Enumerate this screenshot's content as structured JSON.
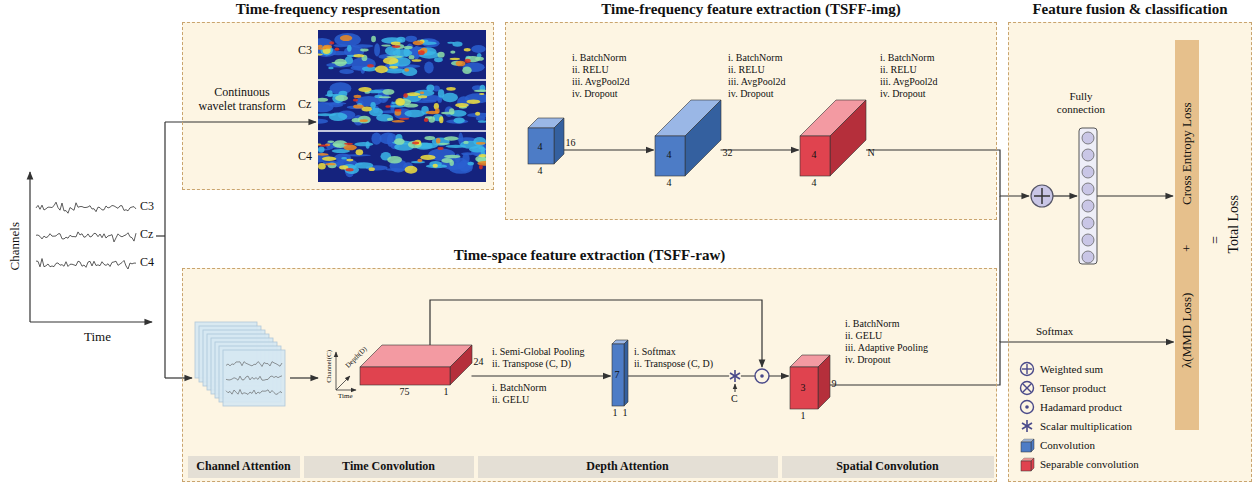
{
  "diagram": {
    "nodes": [
      {
        "text": [
          "Time-frequency respresentation"
        ]
      },
      {
        "text": [
          "Time-frequency feature extraction (TSFF-img)"
        ]
      },
      {
        "text": [
          "Feature fusion & classification"
        ]
      },
      {
        "text": [
          "Time-space feature extraction (TSFF-raw)"
        ]
      },
      {
        "text": [
          "4",
          "4",
          "16"
        ],
        "in": 1
      },
      {
        "text": [
          "4",
          "4",
          "32"
        ],
        "in": 1
      },
      {
        "text": [
          "4",
          "4",
          "N"
        ],
        "in": 1
      },
      {
        "text": [
          "75",
          "1",
          "24"
        ],
        "in": 3
      },
      {
        "text": [
          "7",
          "1",
          "1"
        ],
        "in": 3
      },
      {
        "text": [
          "3",
          "1",
          "9"
        ],
        "in": 3
      },
      {
        "text": [
          "λ(MMD Loss)",
          "+",
          "Cross Entropy Loss"
        ],
        "in": 2
      },
      {
        "text": [
          "Channel Attention"
        ],
        "in": 3
      },
      {
        "text": [
          "Time Convolution"
        ],
        "in": 3
      },
      {
        "text": [
          "Depth Attention"
        ],
        "in": 3
      },
      {
        "text": [
          "Spatial Convolution"
        ],
        "in": 3
      }
    ],
    "edges": [
      {
        "from": 4,
        "to": 5,
        "arrow": "to"
      },
      {
        "from": 5,
        "to": 6,
        "arrow": "to"
      },
      {
        "from": 7,
        "to": 8,
        "arrow": "to"
      },
      {
        "from": 8,
        "to": 9,
        "arrow": "to"
      },
      {
        "from": 9,
        "to": 10,
        "arrow": "to",
        "label": "Softmax"
      }
    ],
    "labels": [
      "Continuous wavelet transform",
      "C3",
      "Cz",
      "C4",
      "C3",
      "Cz",
      "C4",
      "Channels",
      "Time",
      "i. BatchNorm",
      "ii. RELU",
      "iii. AvgPool2d",
      "iv. Dropout",
      "i. BatchNorm",
      "ii. RELU",
      "iii. AvgPool2d",
      "iv. Dropout",
      "i. BatchNorm",
      "ii. RELU",
      "iii. AvgPool2d",
      "iv. Dropout",
      "Fully connection",
      "=",
      "Total Loss",
      "Channel(C)",
      "Depth(D)",
      "Time",
      "i. Semi-Global Pooling",
      "ii. Transpose (C, D)",
      "i. BatchNorm",
      "ii. GELU",
      "i. Softmax",
      "ii. Transpose (C, D)",
      "C",
      "i. BatchNorm",
      "ii. GELU",
      "iii. Adaptive Pooling",
      "iv. Dropout"
    ],
    "legend": [
      {
        "text": "Weighted sum"
      },
      {
        "text": "Tensor product"
      },
      {
        "text": "Hadamard product"
      },
      {
        "text": "Scalar multiplication"
      },
      {
        "text": "Convolution",
        "color": "#4d7cc6"
      },
      {
        "text": "Separable convolution",
        "color": "#e0434f"
      }
    ]
  }
}
